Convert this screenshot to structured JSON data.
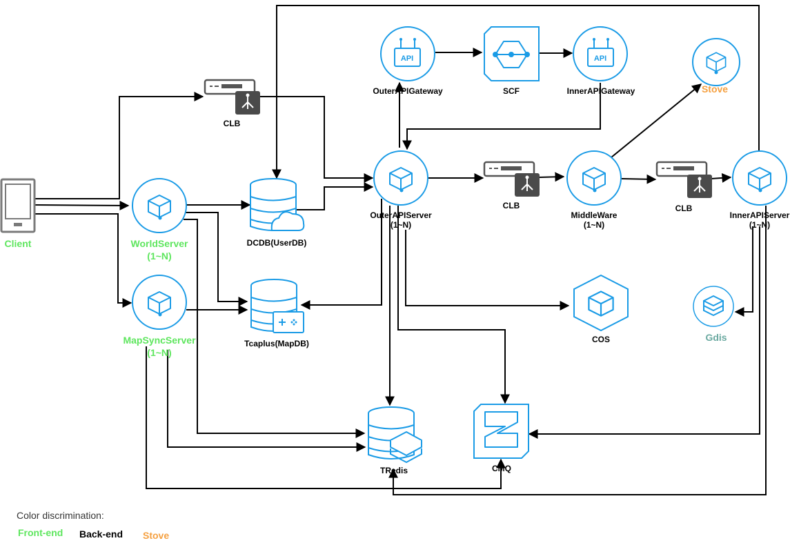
{
  "nodes": {
    "client": {
      "label": "Client"
    },
    "world_server": {
      "label": "WorldServer",
      "sublabel": "(1~N)"
    },
    "mapsync_server": {
      "label": "MapSyncServer",
      "sublabel": "(1~N)"
    },
    "clb_1": {
      "label": "CLB"
    },
    "dcdb": {
      "label": "DCDB(UserDB)"
    },
    "tcaplus": {
      "label": "Tcaplus(MapDB)"
    },
    "outer_api_gateway": {
      "label": "OuterAPIGateway"
    },
    "scf": {
      "label": "SCF"
    },
    "inner_api_gateway": {
      "label": "InnerAPIGateway"
    },
    "stove": {
      "label": "Stove"
    },
    "outer_api_server": {
      "label": "OuterAPIServer",
      "sublabel": "(1~N)"
    },
    "clb_2": {
      "label": "CLB"
    },
    "middleware": {
      "label": "MiddleWare",
      "sublabel": "(1~N)"
    },
    "clb_3": {
      "label": "CLB"
    },
    "inner_api_server": {
      "label": "InnerAPIServer",
      "sublabel": "(1~N)"
    },
    "cos": {
      "label": "COS"
    },
    "gdis": {
      "label": "Gdis"
    },
    "tredis": {
      "label": "TRedis"
    },
    "cmq": {
      "label": "CMQ"
    }
  },
  "legend": {
    "title": "Color discrimination:",
    "front_end": "Front-end",
    "back_end": "Back-end",
    "stove": "Stove"
  },
  "colors": {
    "front_end": "#5ee65e",
    "back_end": "#000000",
    "stove": "#f5a040",
    "gdis": "#6aa9a0",
    "icon_blue": "#1a9be6",
    "clb_gray": "#555555"
  },
  "icons": {
    "client": "mobile-phone-icon",
    "server": "cube-icon",
    "database": "database-icon",
    "gateway": "api-gateway-icon",
    "scf": "serverless-function-icon",
    "clb": "load-balancer-icon",
    "cos": "object-storage-icon",
    "gdis": "layers-icon",
    "cmq": "message-queue-icon"
  }
}
